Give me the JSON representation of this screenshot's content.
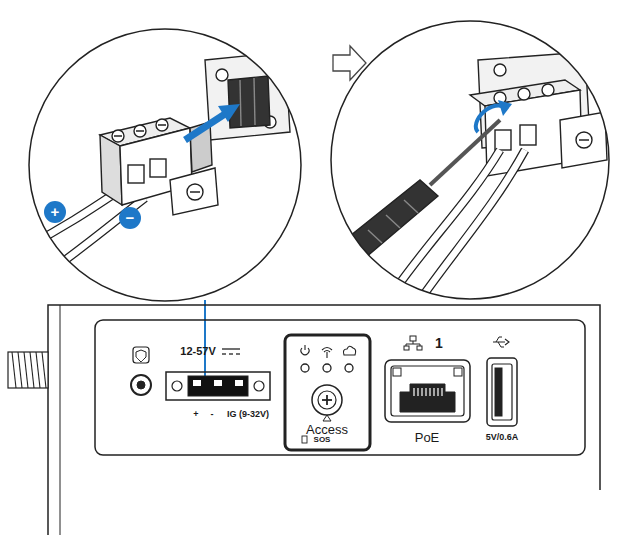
{
  "diagram": {
    "labels": [
      "+",
      "−",
      "12-57V",
      "+",
      "-",
      "IG (9-32V)",
      "Access",
      "SOS",
      "1",
      "PoE",
      "5V/0.6A"
    ]
  }
}
